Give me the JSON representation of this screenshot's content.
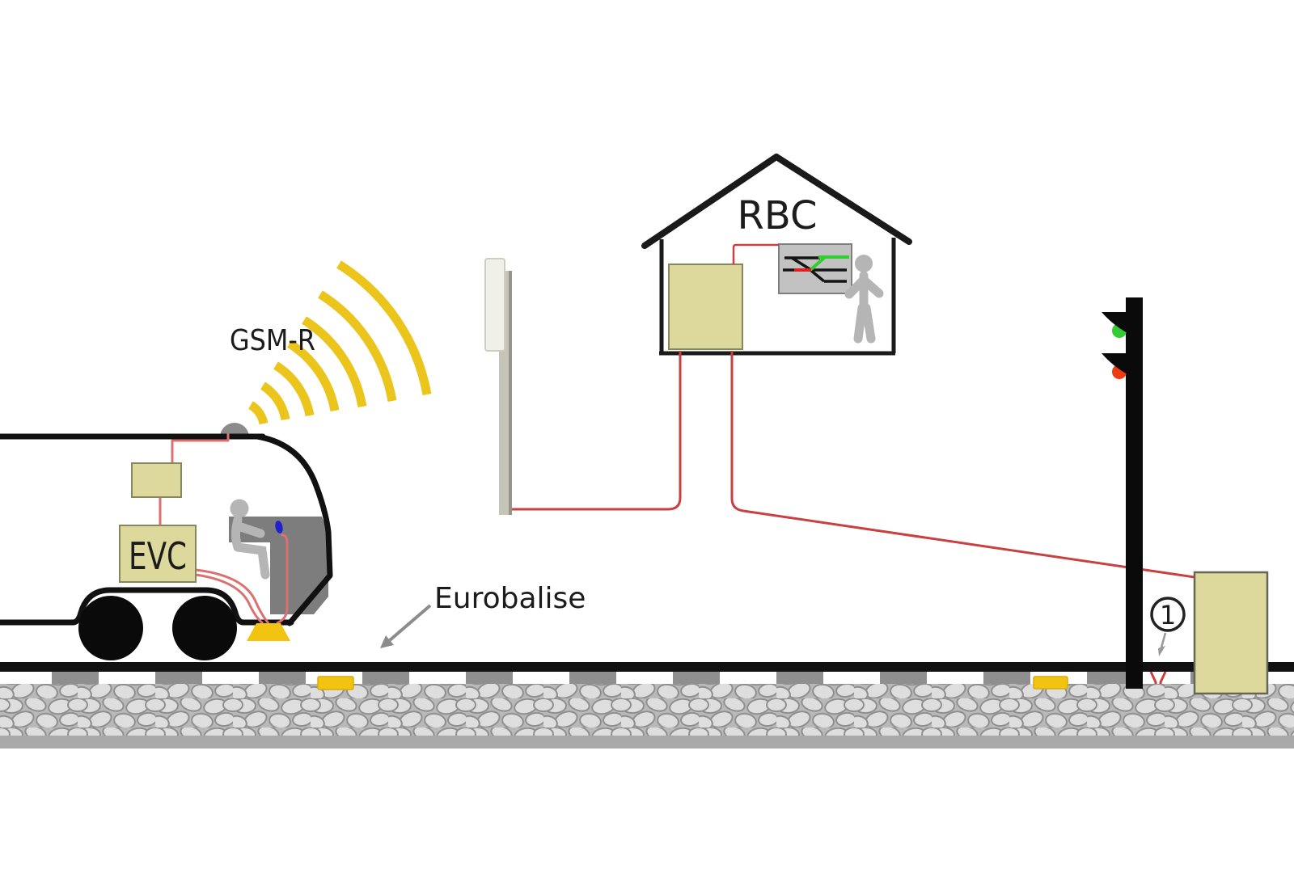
{
  "diagram": {
    "labels": {
      "gsm_r": "GSM-R",
      "evc": "EVC",
      "rbc": "RBC",
      "eurobalise": "Eurobalise",
      "callout_1": "1"
    },
    "colors": {
      "equipment_box_fill": "#ddd89c",
      "equipment_box_border": "#87875f",
      "infrastructure_wire_red": "#c94040",
      "train_wire_red": "#dc7070",
      "radio_wave_yellow": "#ecc51c",
      "balise_yellow": "#f2c411",
      "signal_green": "#33cc33",
      "signal_red": "#ee3b11",
      "figure_gray": "#b5b5b5",
      "console_gray": "#7d7d7d",
      "dmi_blue": "#2020cc",
      "ballast_stone": "#dedede",
      "sleeper_gray": "#8f8f8f"
    },
    "elements": {
      "train": "train-cab-with-driver",
      "roof_antenna": "gsm-r-roof-antenna-icon",
      "radio_waves": "radio-waves-icon",
      "mast": "gsm-r-base-station-mast",
      "rbc_building": "rbc-control-building",
      "track_display": "track-layout-display",
      "dispatcher": "dispatcher-figure",
      "signal": "lineside-signal-green-red",
      "leu": "lineside-electronic-unit-box",
      "balise_antenna": "onboard-balise-antenna",
      "eurobalise_track": "eurobalise-on-track"
    }
  }
}
